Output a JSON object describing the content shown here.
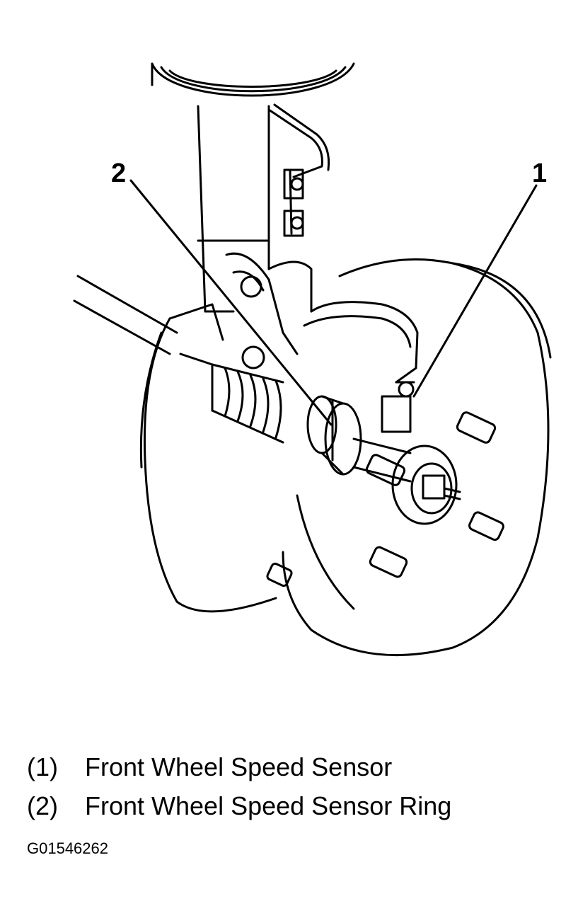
{
  "callouts": {
    "sensor": "1",
    "ring": "2"
  },
  "legend": [
    {
      "number": "(1)",
      "label": "Front Wheel Speed Sensor"
    },
    {
      "number": "(2)",
      "label": "Front Wheel Speed Sensor Ring"
    }
  ],
  "figure_id": "G01546262",
  "colors": {
    "ink": "#000000",
    "paper": "#ffffff"
  }
}
